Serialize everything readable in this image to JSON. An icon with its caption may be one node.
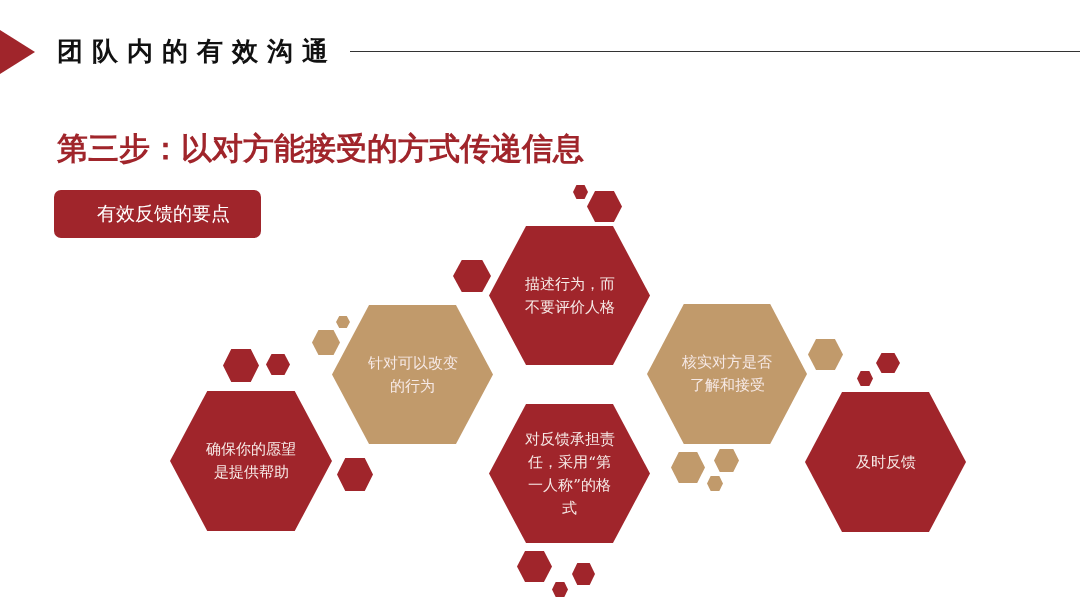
{
  "diagram": {
    "title": "团队内的有效沟通",
    "nodes": [
      {
        "text": [
          "有效反馈的要点"
        ]
      },
      {
        "text": [
          "确保你的愿望是提供帮助"
        ]
      },
      {
        "text": [
          "针对可以改变的行为"
        ]
      },
      {
        "text": [
          "描述行为，而不要评价人格"
        ]
      },
      {
        "text": [
          "对反馈承担责任，采用“第一人称”的格式"
        ]
      },
      {
        "text": [
          "核实对方是否了解和接受"
        ]
      },
      {
        "text": [
          "及时反馈"
        ]
      },
      {
        "text": [],
        "shape": "hexagon"
      },
      {
        "text": [],
        "shape": "hexagon"
      },
      {
        "text": [],
        "shape": "hexagon"
      },
      {
        "text": [],
        "shape": "hexagon"
      },
      {
        "text": [],
        "shape": "hexagon"
      },
      {
        "text": [],
        "shape": "hexagon"
      },
      {
        "text": [],
        "shape": "hexagon"
      },
      {
        "text": [],
        "shape": "hexagon"
      },
      {
        "text": [],
        "shape": "hexagon"
      },
      {
        "text": [],
        "shape": "hexagon"
      },
      {
        "text": [],
        "shape": "hexagon"
      },
      {
        "text": [],
        "shape": "hexagon"
      },
      {
        "text": [],
        "shape": "hexagon"
      },
      {
        "text": [],
        "shape": "hexagon"
      },
      {
        "text": [],
        "shape": "hexagon"
      },
      {
        "text": [],
        "shape": "hexagon"
      },
      {
        "text": [],
        "shape": "hexagon"
      }
    ],
    "labels": [
      "第三步：以对方能接受的方式传递信息"
    ]
  }
}
